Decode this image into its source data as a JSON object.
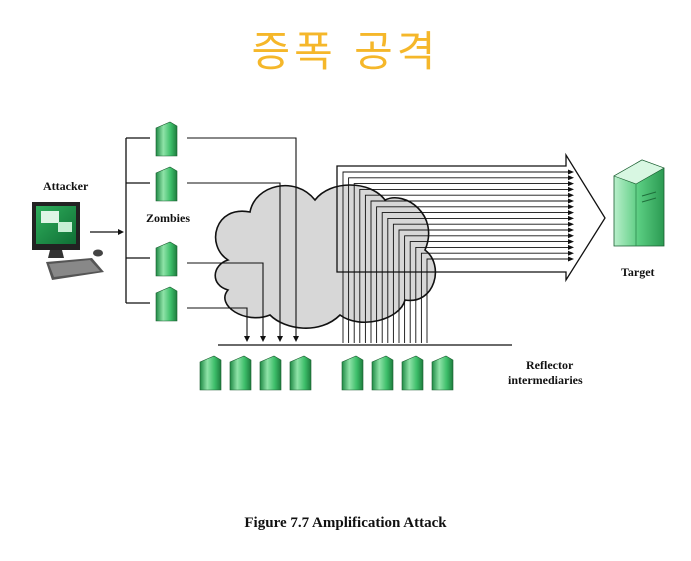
{
  "title": "증폭 공격",
  "labels": {
    "attacker": "Attacker",
    "zombies": "Zombies",
    "target": "Target",
    "reflector_line1": "Reflector",
    "reflector_line2": "intermediaries"
  },
  "caption": "Figure 7.7 Amplification Attack",
  "colors": {
    "title": "#F5B72A",
    "server_green": "#3DBE6A",
    "cloud_fill": "#D7D7D7",
    "line": "#111111"
  },
  "icons": {
    "attacker": "computer-icon",
    "zombie": "server-icon",
    "reflector": "server-icon",
    "target": "server-icon"
  }
}
